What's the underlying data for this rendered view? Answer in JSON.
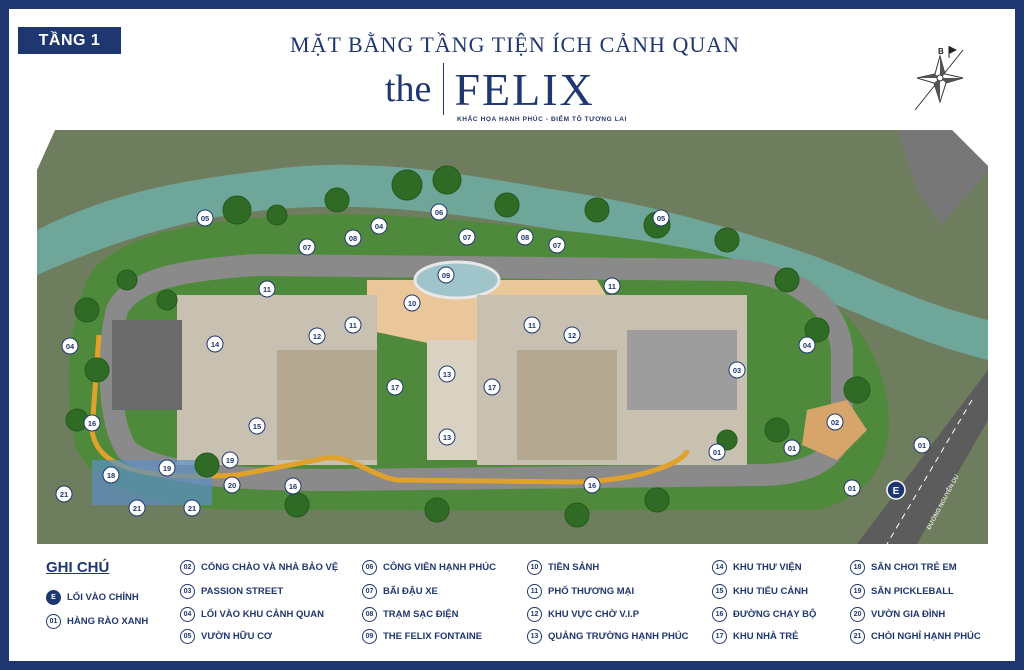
{
  "floor_tag": "TẦNG 1",
  "title": "MẶT BẰNG TẦNG TIỆN ÍCH CẢNH QUAN",
  "brand": {
    "prefix": "the",
    "name": "FELIX",
    "tagline": "KHẮC HỌA HẠNH PHÚC - ĐIỂM TÔ TƯƠNG LAI"
  },
  "compass_letter": "B",
  "street_name": "ĐƯỜNG NGUYỄN DU",
  "entrance_marker": "E",
  "legend": {
    "title": "GHI CHÚ",
    "items": [
      {
        "num": "E",
        "label": "LỐI VÀO CHÍNH"
      },
      {
        "num": "01",
        "label": "HÀNG RÀO XANH"
      },
      {
        "num": "02",
        "label": "CỔNG CHÀO VÀ NHÀ BẢO VỆ"
      },
      {
        "num": "03",
        "label": "PASSION STREET"
      },
      {
        "num": "04",
        "label": "LỐI VÀO KHU CẢNH QUAN"
      },
      {
        "num": "05",
        "label": "VƯỜN HỮU CƠ"
      },
      {
        "num": "06",
        "label": "CÔNG VIÊN HẠNH PHÚC"
      },
      {
        "num": "07",
        "label": "BÃI ĐẬU XE"
      },
      {
        "num": "08",
        "label": "TRẠM SẠC ĐIỆN"
      },
      {
        "num": "09",
        "label": "THE FELIX FONTAINE"
      },
      {
        "num": "10",
        "label": "TIỀN SẢNH"
      },
      {
        "num": "11",
        "label": "PHỐ THƯƠNG MẠI"
      },
      {
        "num": "12",
        "label": "KHU VỰC CHỜ V.I.P"
      },
      {
        "num": "13",
        "label": "QUẢNG TRƯỜNG HẠNH PHÚC"
      },
      {
        "num": "14",
        "label": "KHU THƯ VIỆN"
      },
      {
        "num": "15",
        "label": "KHU TIỂU CẢNH"
      },
      {
        "num": "16",
        "label": "ĐƯỜNG CHẠY BỘ"
      },
      {
        "num": "17",
        "label": "KHU NHÀ TRẺ"
      },
      {
        "num": "18",
        "label": "SÂN CHƠI TRẺ EM"
      },
      {
        "num": "19",
        "label": "SÂN PICKLEBALL"
      },
      {
        "num": "20",
        "label": "VƯỜN GIA ĐÌNH"
      },
      {
        "num": "21",
        "label": "CHÒI NGHỈ HẠNH PHÚC"
      }
    ]
  },
  "map_markers": [
    "01",
    "01",
    "01",
    "01",
    "02",
    "03",
    "04",
    "04",
    "04",
    "05",
    "05",
    "06",
    "07",
    "07",
    "07",
    "08",
    "08",
    "09",
    "10",
    "11",
    "11",
    "11",
    "11",
    "12",
    "12",
    "13",
    "13",
    "14",
    "15",
    "16",
    "16",
    "16",
    "17",
    "17",
    "18",
    "19",
    "19",
    "20",
    "21",
    "21",
    "21"
  ],
  "colors": {
    "navy": "#1f3770",
    "water": "#6fa69a",
    "lawn": "#4f8a3c",
    "road": "#8a8a8a",
    "track": "#e0a22a"
  }
}
